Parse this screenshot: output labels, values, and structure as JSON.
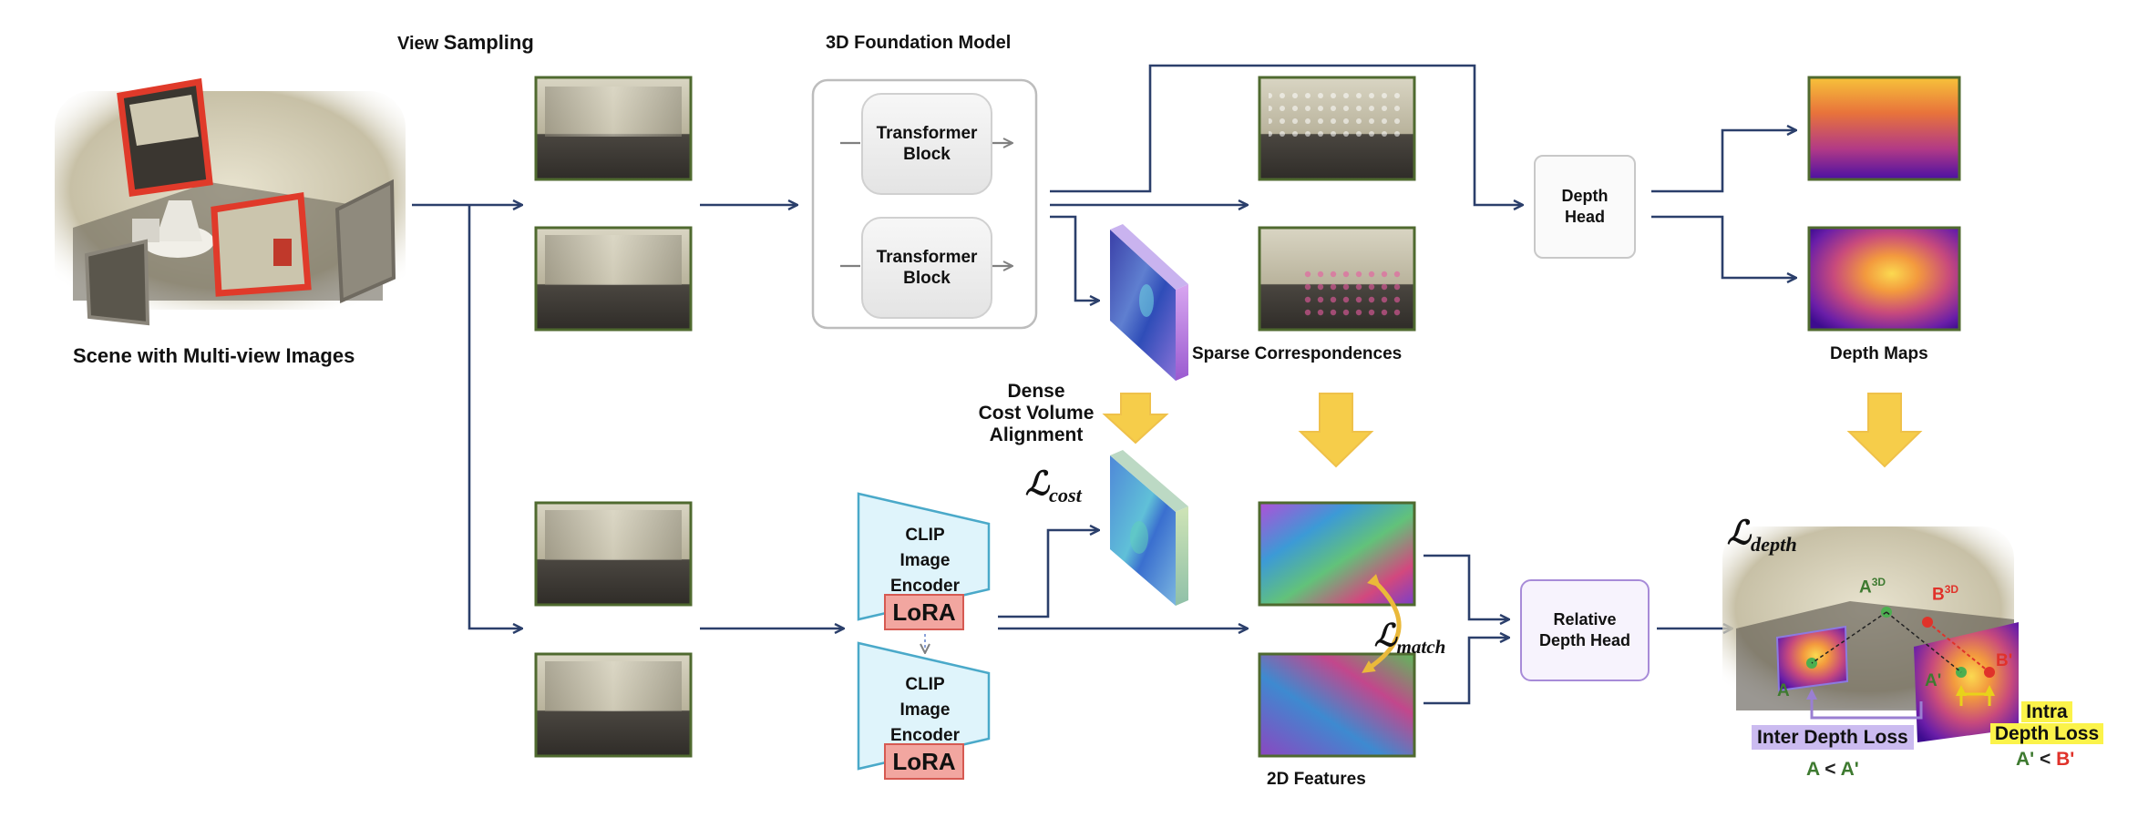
{
  "labels": {
    "view_sampling_prefix": "View",
    "view_sampling_emph": "Sampling",
    "foundation_model": "3D Foundation Model",
    "scene_caption": "Scene with Multi-view Images",
    "sparse_corr": "Sparse Correspondences",
    "depth_maps": "Depth Maps",
    "dense_line1": "Dense",
    "dense_line2": "Cost Volume",
    "dense_line3": "Alignment",
    "features_2d": "2D Features"
  },
  "blocks": {
    "transformer1_l1": "Transformer",
    "transformer1_l2": "Block",
    "transformer2_l1": "Transformer",
    "transformer2_l2": "Block",
    "depth_head_l1": "Depth",
    "depth_head_l2": "Head",
    "rel_head_l1": "Relative",
    "rel_head_l2": "Depth Head",
    "clip1_l1": "CLIP",
    "clip1_l2": "Image",
    "clip1_l3": "Encoder",
    "clip2_l1": "CLIP",
    "clip2_l2": "Image",
    "clip2_l3": "Encoder",
    "lora1": "LoRA",
    "lora2": "LoRA"
  },
  "math": {
    "script_l": "ℒ",
    "cost_sub": "cost",
    "match_sub": "match",
    "depth_sub": "depth"
  },
  "losses": {
    "point_a3d": "A",
    "point_a3d_sup": "3D",
    "point_b3d": "B",
    "point_b3d_sup": "3D",
    "point_a": "A",
    "point_a_prime": "A'",
    "point_b_prime": "B'",
    "inter": "Inter Depth Loss",
    "intra_l1": "Intra",
    "intra_l2": "Depth Loss",
    "inter_rel_a": "A",
    "inter_rel_lt": "<",
    "inter_rel_b": "A'",
    "intra_rel_a": "A'",
    "intra_rel_lt": "<",
    "intra_rel_b": "B'"
  },
  "colors": {
    "arrow": "#2b3f6b",
    "frame_green": "#4f6a2f",
    "scene_red": "#e03a2a",
    "yellow_arrow": "#f6cd4a",
    "clip_fill": "#dff4fb",
    "purple": "#a78bd8",
    "green_text": "#3e7a30",
    "red_text": "#e0322a"
  }
}
